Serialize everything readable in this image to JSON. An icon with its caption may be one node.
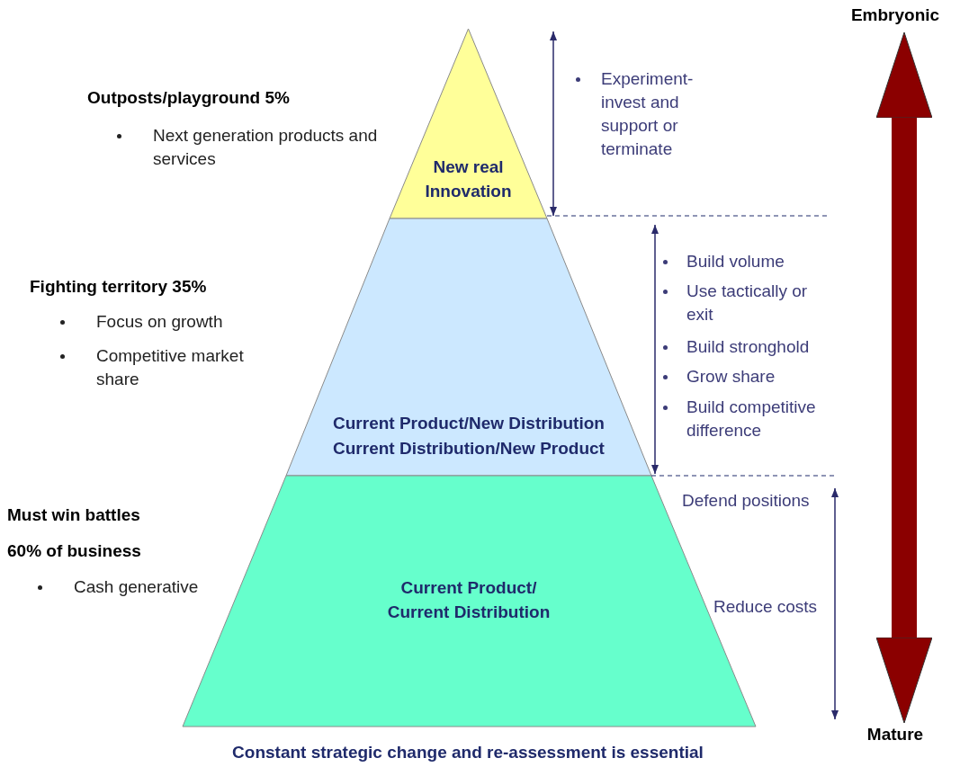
{
  "diagram": {
    "caption": "Constant strategic change and re-assessment is essential",
    "nodes": [
      {
        "text": [
          "New real Innovation"
        ]
      },
      {
        "text": [
          "Current Product/New Distribution",
          "Current Distribution/New Product"
        ]
      },
      {
        "text": [
          "Current Product/ Current Distribution"
        ]
      },
      {
        "text": [
          "Embryonic"
        ]
      },
      {
        "text": [
          "Mature"
        ]
      }
    ],
    "edges": [
      {
        "from": 3,
        "to": 4,
        "arrow": "both",
        "color": "#8b0000"
      }
    ],
    "labels": [
      "Outposts/playground 5%",
      "Next generation products and services",
      "Fighting territory 35%",
      "Focus on growth",
      "Competitive market share",
      "Must win battles",
      "60% of business",
      "Cash generative",
      "Experiment- invest and support or terminate",
      "Build volume",
      "Use tactically or exit",
      "Build stronghold",
      "Grow share",
      "Build competitive difference",
      "Defend positions",
      "Reduce costs"
    ]
  }
}
